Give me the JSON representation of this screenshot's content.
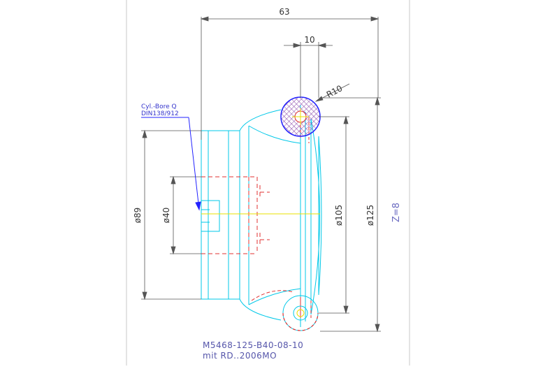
{
  "dimensions": {
    "length_63": "63",
    "width_10": "10",
    "radius_r10": "R10",
    "dia_89": "ø89",
    "dia_40": "ø40",
    "dia_105": "ø105",
    "dia_125": "ø125",
    "teeth_z": "Z=8"
  },
  "callout": {
    "line1": "Cyl.-Bore Q",
    "line2": "DIN138/912"
  },
  "title_block": {
    "line1": "M5468-125-B40-08-10",
    "line2": "mit RD..2006MO"
  },
  "colors": {
    "cyan": "#00c8e8",
    "red": "#e03030",
    "blue": "#2222ff",
    "dim": "#555555",
    "yellow": "#e8e000",
    "hatch": "#8844aa",
    "frame": "#c8c8c8"
  }
}
